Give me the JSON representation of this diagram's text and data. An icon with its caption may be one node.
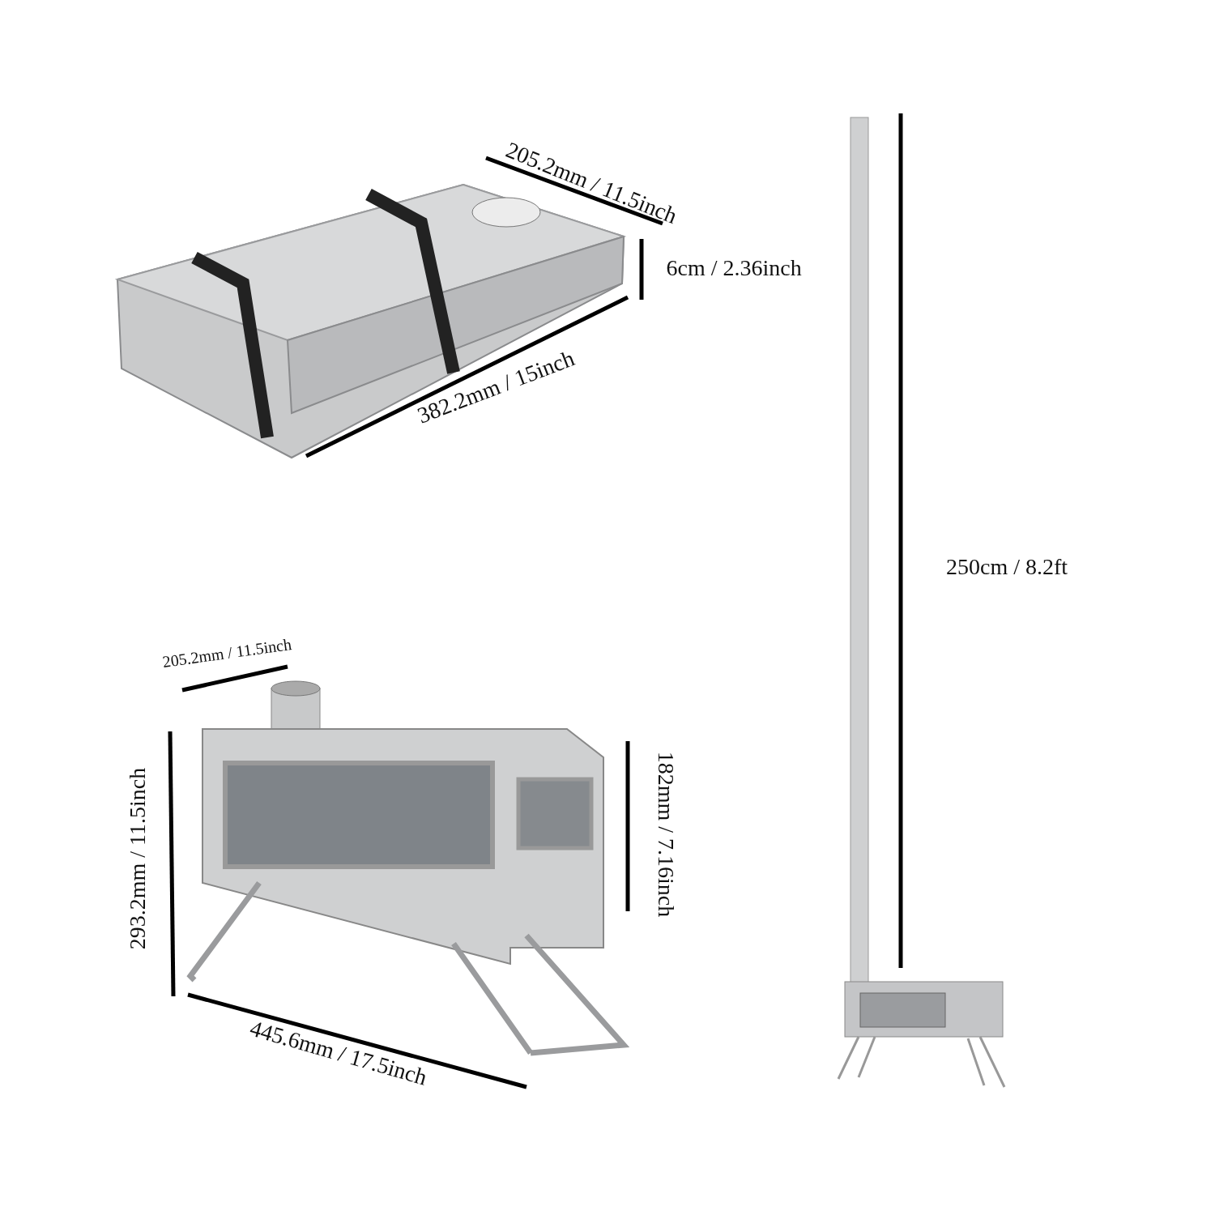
{
  "diagram": {
    "labels": [
      "205.2mm / 11.5inch",
      "6cm / 2.36inch",
      "382.2mm / 15inch",
      "250cm / 8.2ft",
      "205.2mm / 11.5inch",
      "182mm / 7.16inch",
      "293.2mm / 11.5inch",
      "445.6mm / 17.5inch"
    ]
  }
}
